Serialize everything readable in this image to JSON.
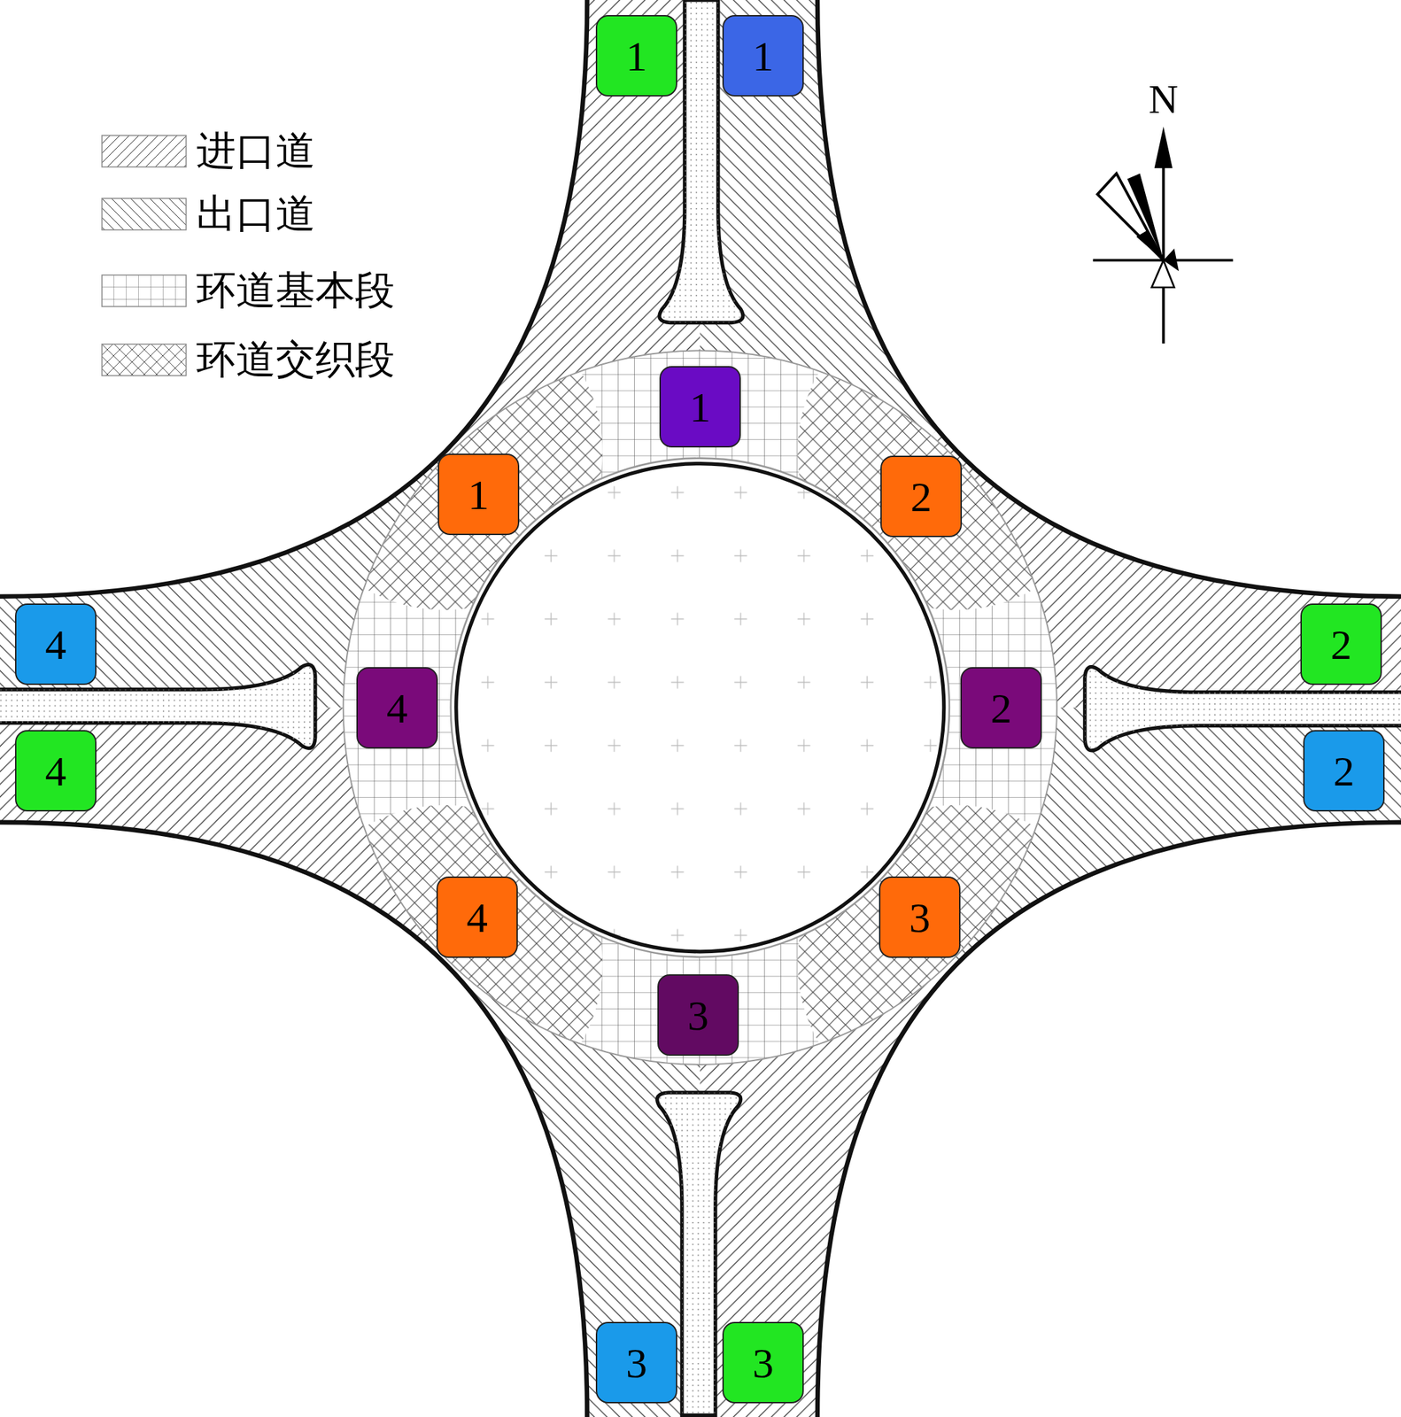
{
  "diagram": {
    "nodes": [
      {
        "text": [
          "1"
        ]
      },
      {
        "text": [
          "1"
        ]
      },
      {
        "text": [
          "1"
        ]
      },
      {
        "text": [
          "1"
        ]
      },
      {
        "text": [
          "2"
        ]
      },
      {
        "text": [
          "4"
        ]
      },
      {
        "text": [
          "2"
        ]
      },
      {
        "text": [
          "4"
        ]
      },
      {
        "text": [
          "2"
        ]
      },
      {
        "text": [
          "4"
        ]
      },
      {
        "text": [
          "2"
        ]
      },
      {
        "text": [
          "4"
        ]
      },
      {
        "text": [
          "3"
        ]
      },
      {
        "text": [
          "3"
        ]
      },
      {
        "text": [
          "3"
        ]
      },
      {
        "text": [
          "3"
        ]
      }
    ],
    "labels": [
      "N"
    ],
    "legend": [
      {
        "text": "进口道"
      },
      {
        "text": "出口道"
      },
      {
        "text": "环道基本段"
      },
      {
        "text": "环道交织段"
      }
    ]
  }
}
